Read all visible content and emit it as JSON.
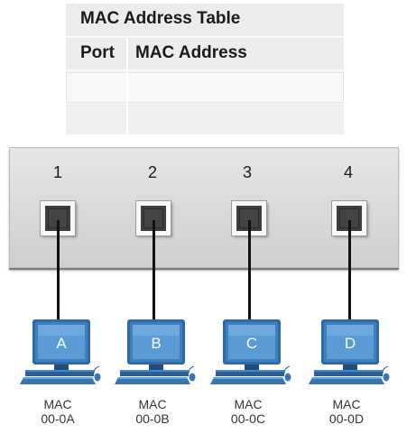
{
  "mac_table": {
    "title": "MAC Address Table",
    "headers": {
      "port": "Port",
      "mac": "MAC Address"
    },
    "rows": [
      {
        "port": "",
        "mac": ""
      },
      {
        "port": "",
        "mac": ""
      }
    ]
  },
  "switch": {
    "ports": [
      {
        "number": "1"
      },
      {
        "number": "2"
      },
      {
        "number": "3"
      },
      {
        "number": "4"
      }
    ]
  },
  "hosts": [
    {
      "letter": "A",
      "mac_label": "MAC",
      "mac": "00-0A"
    },
    {
      "letter": "B",
      "mac_label": "MAC",
      "mac": "00-0B"
    },
    {
      "letter": "C",
      "mac_label": "MAC",
      "mac": "00-0C"
    },
    {
      "letter": "D",
      "mac_label": "MAC",
      "mac": "00-0D"
    }
  ],
  "colors": {
    "screen": "#5b9bd5",
    "monitor_frame": "#2e6aa6",
    "cable": "#111111"
  }
}
